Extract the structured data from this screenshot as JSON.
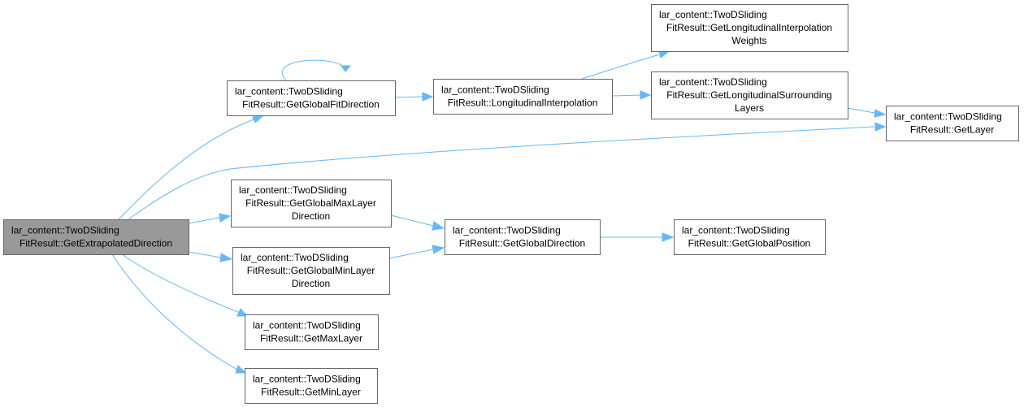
{
  "colors": {
    "edge": "#63b8ff",
    "root_fill": "#999999",
    "node_fill": "#ffffff",
    "node_border": "#666666"
  },
  "nodes": [
    {
      "id": "root",
      "root": true,
      "lines": [
        "lar_content::TwoDSliding",
        "FitResult::GetExtrapolatedDirection"
      ]
    },
    {
      "id": "gfd",
      "lines": [
        "lar_content::TwoDSliding",
        "FitResult::GetGlobalFitDirection"
      ]
    },
    {
      "id": "li",
      "lines": [
        "lar_content::TwoDSliding",
        "FitResult::LongitudinalInterpolation"
      ]
    },
    {
      "id": "gliw",
      "lines": [
        "lar_content::TwoDSliding",
        "FitResult::GetLongitudinalInterpolation",
        "Weights"
      ]
    },
    {
      "id": "glsl",
      "lines": [
        "lar_content::TwoDSliding",
        "FitResult::GetLongitudinalSurrounding",
        "Layers"
      ]
    },
    {
      "id": "gl",
      "lines": [
        "lar_content::TwoDSliding",
        "FitResult::GetLayer"
      ]
    },
    {
      "id": "gmaxld",
      "lines": [
        "lar_content::TwoDSliding",
        "FitResult::GetGlobalMaxLayer",
        "Direction"
      ]
    },
    {
      "id": "gminld",
      "lines": [
        "lar_content::TwoDSliding",
        "FitResult::GetGlobalMinLayer",
        "Direction"
      ]
    },
    {
      "id": "gd",
      "lines": [
        "lar_content::TwoDSliding",
        "FitResult::GetGlobalDirection"
      ]
    },
    {
      "id": "gp",
      "lines": [
        "lar_content::TwoDSliding",
        "FitResult::GetGlobalPosition"
      ]
    },
    {
      "id": "gmaxl",
      "lines": [
        "lar_content::TwoDSliding",
        "FitResult::GetMaxLayer"
      ]
    },
    {
      "id": "gminl",
      "lines": [
        "lar_content::TwoDSliding",
        "FitResult::GetMinLayer"
      ]
    }
  ],
  "edges": [
    {
      "from": "root",
      "to": "gfd"
    },
    {
      "from": "gfd",
      "to": "gfd"
    },
    {
      "from": "gfd",
      "to": "li"
    },
    {
      "from": "li",
      "to": "gliw"
    },
    {
      "from": "li",
      "to": "glsl"
    },
    {
      "from": "glsl",
      "to": "gl"
    },
    {
      "from": "root",
      "to": "gl"
    },
    {
      "from": "root",
      "to": "gmaxld"
    },
    {
      "from": "root",
      "to": "gminld"
    },
    {
      "from": "gmaxld",
      "to": "gd"
    },
    {
      "from": "gminld",
      "to": "gd"
    },
    {
      "from": "gd",
      "to": "gp"
    },
    {
      "from": "root",
      "to": "gmaxl"
    },
    {
      "from": "root",
      "to": "gminl"
    }
  ]
}
